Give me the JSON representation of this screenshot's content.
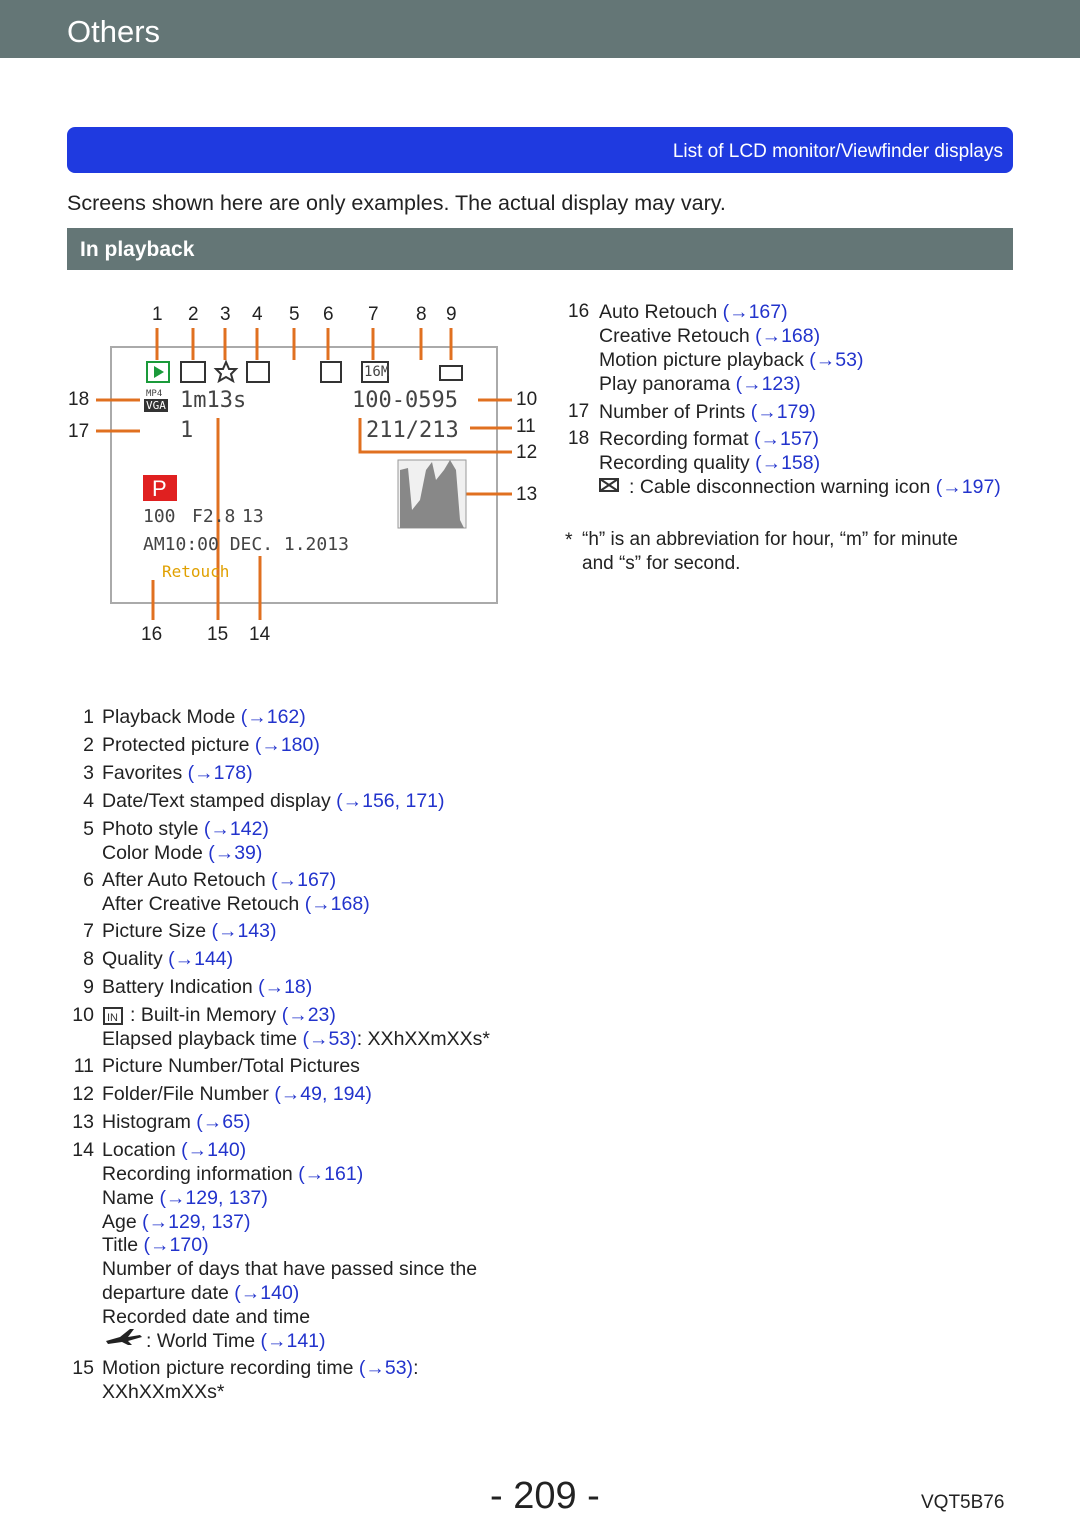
{
  "header": {
    "title": "Others"
  },
  "banner": {
    "label": "List of LCD monitor/Viewfinder displays"
  },
  "intro": "Screens shown here are only examples. The actual display may vary.",
  "section": "In playback",
  "diagram": {
    "top_numbers": [
      "1",
      "2",
      "3",
      "4",
      "5",
      "6",
      "7",
      "8",
      "9"
    ],
    "left_numbers": [
      "18",
      "17"
    ],
    "right_numbers": [
      "10",
      "11",
      "12",
      "13"
    ],
    "bottom_numbers": [
      "16",
      "15",
      "14"
    ],
    "lcd": {
      "elapsed": "1m13s",
      "folder_file": "100-0595",
      "picture_count": "211/213",
      "prints": "1",
      "mode": "P",
      "iso": "100",
      "aperture": "F2.8",
      "shutter": "13",
      "datetime": "AM10:00 DEC. 1.2013",
      "retouch": "Retouch",
      "size": "16M",
      "format_top": "MP4",
      "format_bottom": "VGA"
    }
  },
  "right_list": [
    {
      "n": "16",
      "lines": [
        {
          "text": "Auto Retouch ",
          "ref": "(→167)"
        },
        {
          "text": "Creative Retouch ",
          "ref": "(→168)"
        },
        {
          "text": "Motion picture playback ",
          "ref": "(→53)"
        },
        {
          "text": "Play panorama ",
          "ref": "(→123)"
        }
      ]
    },
    {
      "n": "17",
      "lines": [
        {
          "text": "Number of Prints ",
          "ref": "(→179)"
        }
      ]
    },
    {
      "n": "18",
      "lines": [
        {
          "text": "Recording format ",
          "ref": "(→157)"
        },
        {
          "text": "Recording quality ",
          "ref": "(→158)"
        },
        {
          "text": ": Cable disconnection warning icon ",
          "ref": "(→197)"
        }
      ]
    }
  ],
  "footnote": {
    "mark": "*",
    "line1": "“h” is an abbreviation for hour, “m” for minute",
    "line2": "and “s” for second."
  },
  "list": [
    {
      "n": "1",
      "text": "Playback Mode ",
      "ref": "(→162)"
    },
    {
      "n": "2",
      "text": "Protected picture ",
      "ref": "(→180)"
    },
    {
      "n": "3",
      "text": "Favorites ",
      "ref": "(→178)"
    },
    {
      "n": "4",
      "text": "Date/Text stamped display ",
      "ref": "(→156, 171)"
    },
    {
      "n": "5",
      "text": "Photo style ",
      "ref": "(→142)"
    },
    {
      "n": "",
      "text": "Color Mode ",
      "ref": "(→39)"
    },
    {
      "n": "6",
      "text": "After Auto Retouch ",
      "ref": "(→167)"
    },
    {
      "n": "",
      "text": "After Creative Retouch ",
      "ref": "(→168)"
    },
    {
      "n": "7",
      "text": "Picture Size ",
      "ref": "(→143)"
    },
    {
      "n": "8",
      "text": "Quality ",
      "ref": "(→144)"
    },
    {
      "n": "9",
      "text": "Battery Indication ",
      "ref": "(→18)"
    },
    {
      "n": "10",
      "text": ": Built-in Memory ",
      "ref": "(→23)"
    },
    {
      "n": "",
      "text": "Elapsed playback time ",
      "ref": "(→53)",
      "tail": ": XXhXXmXXs*"
    },
    {
      "n": "11",
      "text": "Picture Number/Total Pictures",
      "ref": ""
    },
    {
      "n": "12",
      "text": "Folder/File Number ",
      "ref": "(→49, 194)"
    },
    {
      "n": "13",
      "text": "Histogram ",
      "ref": "(→65)"
    },
    {
      "n": "14",
      "text": "Location ",
      "ref": "(→140)"
    },
    {
      "n": "",
      "text": "Recording information ",
      "ref": "(→161)"
    },
    {
      "n": "",
      "text": "Name ",
      "ref": "(→129, 137)"
    },
    {
      "n": "",
      "text": "Age ",
      "ref": "(→129, 137)"
    },
    {
      "n": "",
      "text": "Title ",
      "ref": "(→170)"
    },
    {
      "n": "",
      "text": "Number of days that have passed since the",
      "ref": ""
    },
    {
      "n": "",
      "text": "departure date ",
      "ref": "(→140)"
    },
    {
      "n": "",
      "text": "Recorded date and time",
      "ref": ""
    },
    {
      "n": "",
      "text": ": World Time ",
      "ref": "(→141)"
    },
    {
      "n": "15",
      "text": "Motion picture recording time ",
      "ref": "(→53)",
      "tail": ":"
    },
    {
      "n": "",
      "text": "XXhXXmXXs*",
      "ref": ""
    }
  ],
  "footer": {
    "page": "- 209 -",
    "code": "VQT5B76"
  },
  "colors": {
    "header_bg": "#647676",
    "banner_bg": "#1f3ae0",
    "callout": "#e07020",
    "link": "#2233cc"
  }
}
